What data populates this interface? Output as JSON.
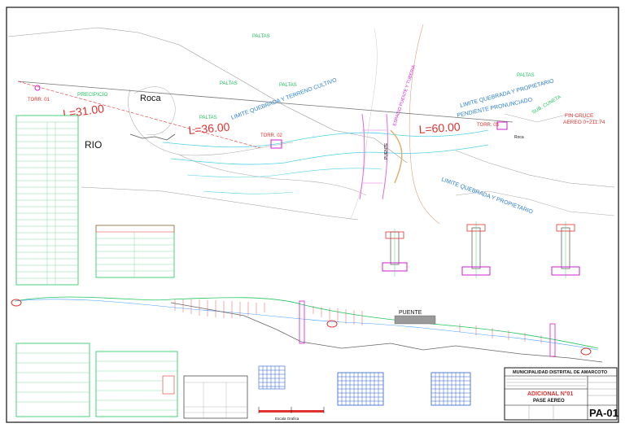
{
  "colors": {
    "annotation_green": "#22c55e",
    "annotation_blue": "#2a7fd6",
    "annotation_red": "#e0322f",
    "terrain_gray": "#8a8a8a",
    "water_cyan": "#4fd3e6",
    "structure_magenta": "#d11fd1",
    "sheet_border": "#111111"
  },
  "plan_view": {
    "labels": {
      "paltas_1": "PALTAS",
      "paltas_2": "PALTAS",
      "paltas_3": "PALTAS",
      "paltas_4": "PALTAS",
      "paltas_5": "PALTAS",
      "precipicio": "PRECIPICIO",
      "roca_1": "Roca",
      "roca_2": "Roca",
      "rio": "RIO",
      "torr_01": "TORR. 01",
      "torr_02": "TORR. 02",
      "torr_03": "TORR. 03",
      "span_1": "L=31.00",
      "span_2": "L=36.00",
      "span_3": "L=60.00",
      "limite_cultivo": "LIMITE QUEBRADA Y TERRENO CULTIVO",
      "espacio_puente": "ESPACIO PUENTE Y TUBERIA",
      "puente": "PUENTE",
      "limite_propietario_1": "LIMITE QUEBRADA Y PROPIETARIO",
      "pendiente": "PENDIENTE PRONUNCIADO",
      "sub_cuneta": "SUB. CUNETA",
      "limite_propietario_2": "LIMITE QUEBRADA Y PROPIETARIO",
      "fin_cruce": "FIN CRUCE",
      "aereo": "AEREO 0+211.74"
    }
  },
  "profile_view": {
    "puente_label": "PUENTE"
  },
  "title_block": {
    "municipality": "MUNICIPALIDAD DISTRITAL DE AMARCOTO",
    "sheet_title": "ADICIONAL N°01",
    "sheet_subtitle": "PASE AEREO",
    "sheet_number": "PA-01"
  },
  "scale_bar": {
    "label": "Escala Grafica"
  }
}
